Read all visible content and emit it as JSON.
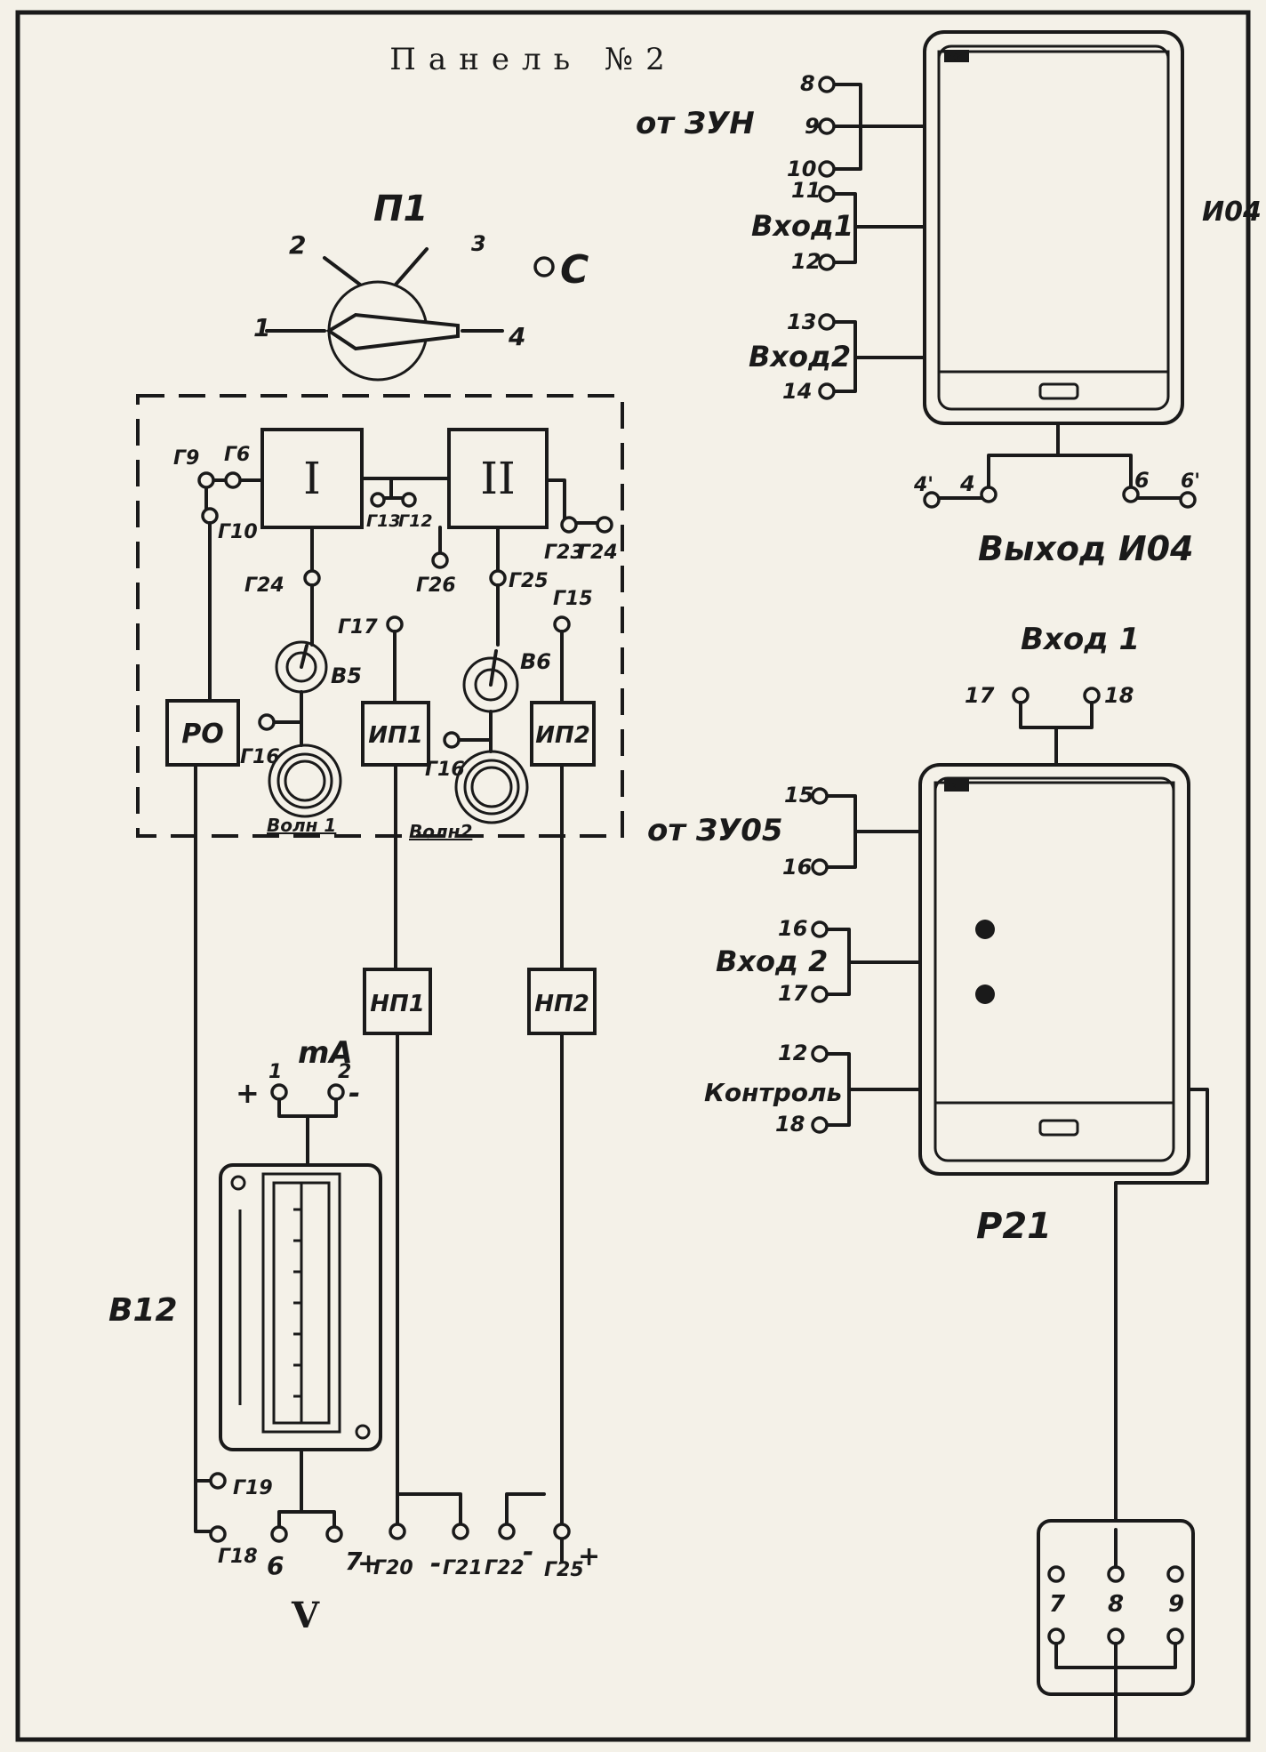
{
  "title": "Панель №2",
  "switch": {
    "name": "П1",
    "positions": [
      "1",
      "2",
      "3",
      "4"
    ],
    "indicator": "С"
  },
  "block_units": {
    "unit1": "I",
    "unit2": "II"
  },
  "rectifiers": {
    "ro": "РО",
    "ip1": "ИП1",
    "ip2": "ИП2"
  },
  "chokes": {
    "np1": "НП1",
    "np2": "НП2"
  },
  "toggles": {
    "b5": "В5",
    "b6": "В6"
  },
  "lamps": {
    "lamp1": "Волн 1",
    "lamp2": "Волн2"
  },
  "jacks": {
    "g9": "Г9",
    "g10": "Г10",
    "g6": "Г6",
    "g13": "Г13",
    "g12": "Г12",
    "g23": "Г23",
    "g24": "Г24",
    "g24b": "Г24",
    "g26": "Г26",
    "g25": "Г25",
    "g17": "Г17",
    "g15": "Г15",
    "g16": "Г16",
    "g16b": "Г16",
    "g19": "Г19",
    "g18": "Г18",
    "g20": "Г20",
    "g21": "Г21",
    "g22": "Г22",
    "g25b": "Г25"
  },
  "meter": {
    "name": "В12",
    "ma_label": "mA",
    "t1": "1",
    "t2": "2",
    "plus": "+",
    "minus": "-",
    "v_label": "V",
    "t6": "6",
    "t7": "7"
  },
  "bottom_signs": {
    "p20": "+",
    "m21": "-",
    "m22": "-",
    "p25": "+"
  },
  "device_top": {
    "name": "И04",
    "screen_label": "И04",
    "source": "от ЗУН",
    "in1": "Вход1",
    "in2": "Вход2",
    "terms": [
      "8",
      "9",
      "10",
      "11",
      "12",
      "13",
      "14"
    ],
    "output": "Выход И04",
    "out_terms": [
      "4'",
      "4",
      "6",
      "6'"
    ]
  },
  "device_bottom": {
    "name": "Р21",
    "screen_label": "Р21",
    "top_input": "Вход 1",
    "top_terms": [
      "17",
      "18"
    ],
    "source": "от ЗУ05",
    "in2": "Вход 2",
    "control": "Контроль",
    "terms": [
      "15",
      "16",
      "16",
      "17",
      "12",
      "18"
    ]
  },
  "connector": {
    "terms": [
      "7",
      "8",
      "9"
    ]
  }
}
